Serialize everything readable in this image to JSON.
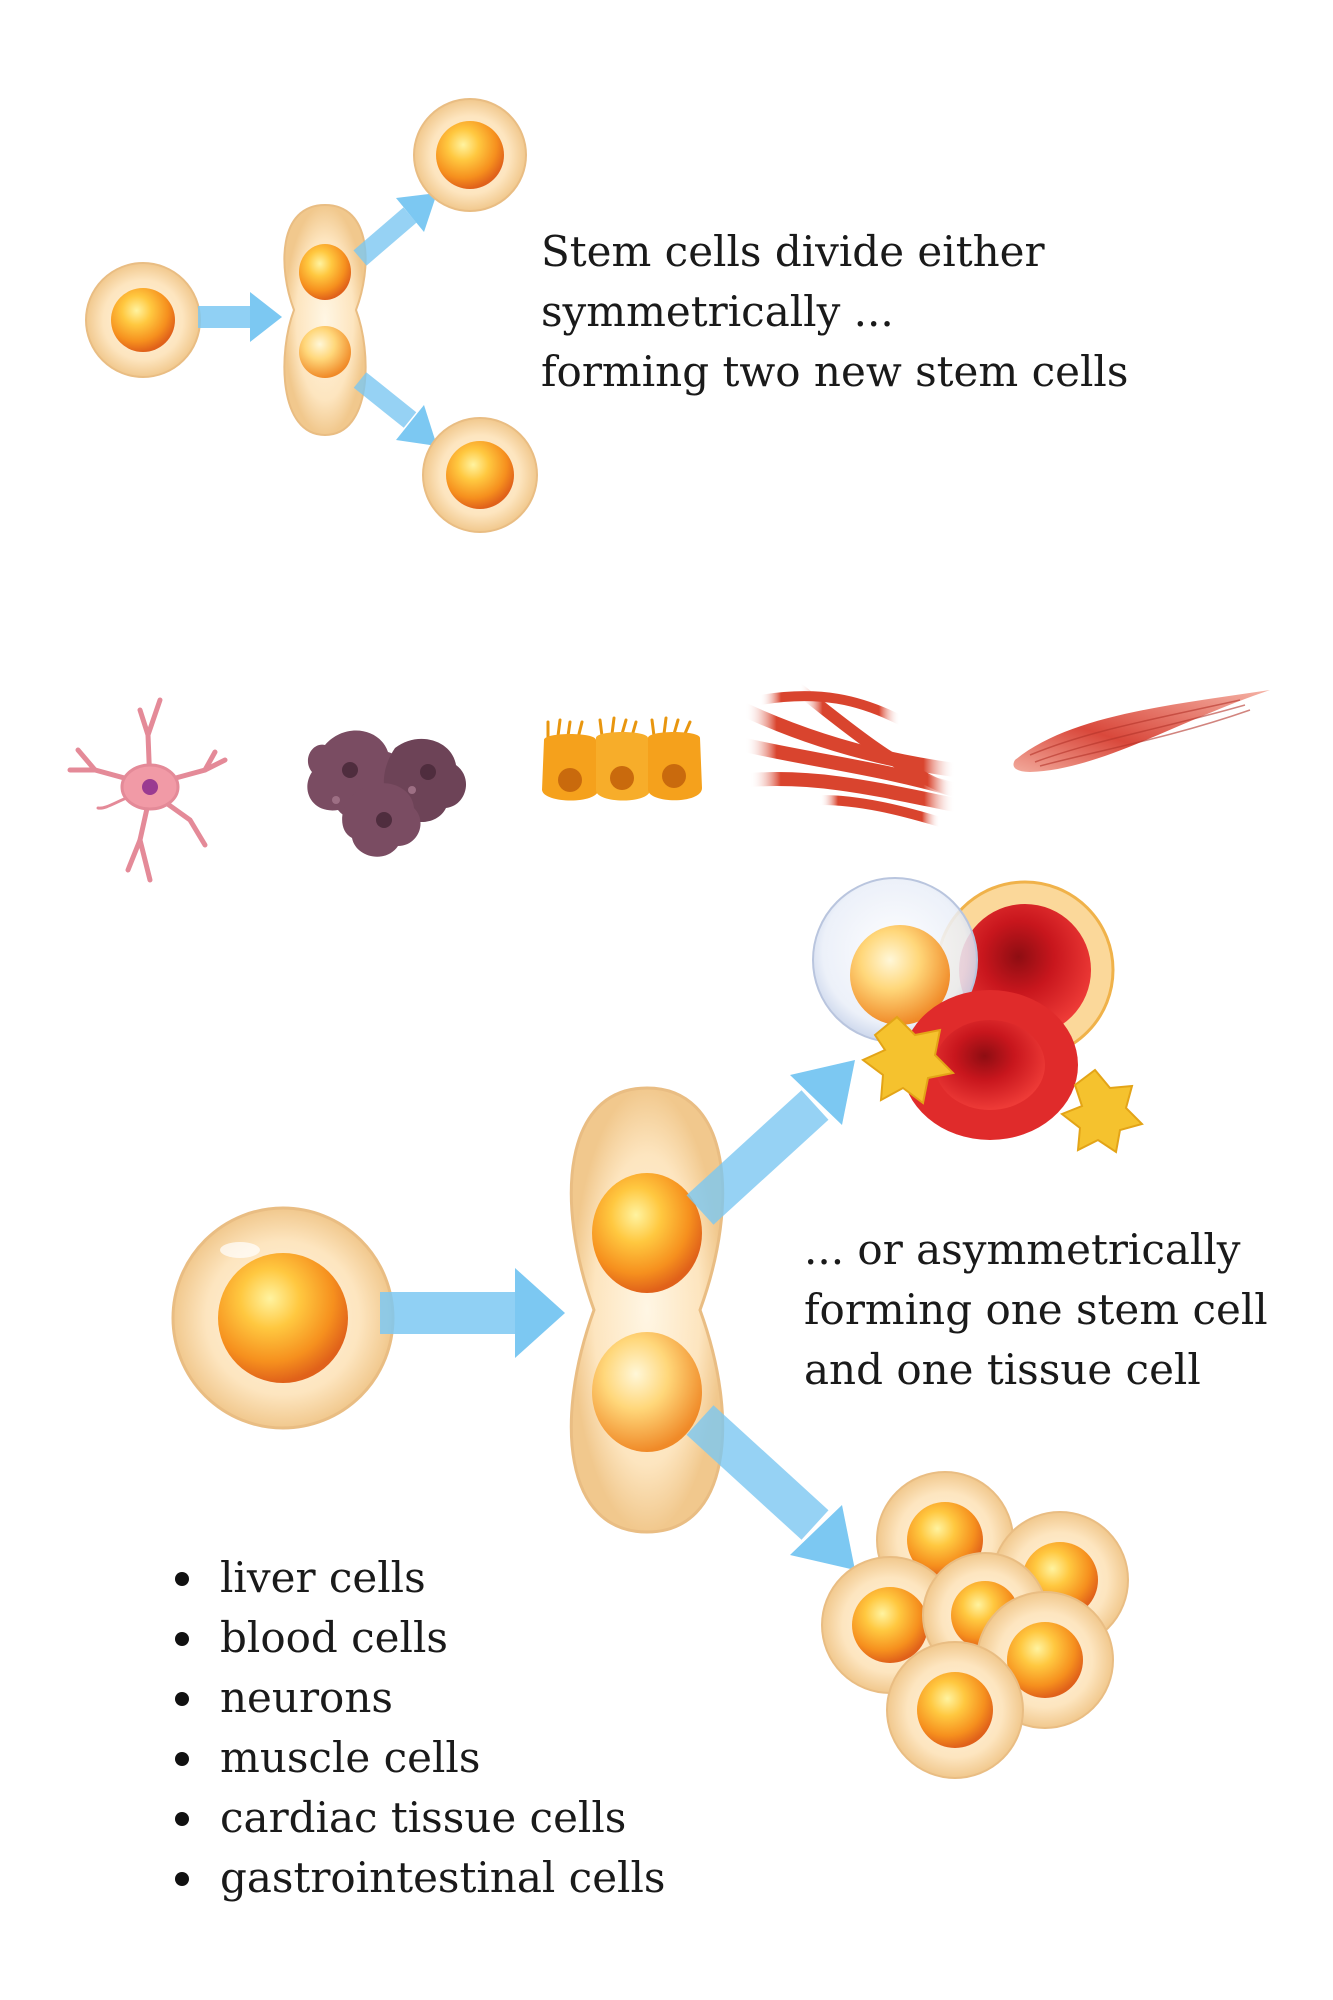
{
  "symmetric_caption": {
    "line1": "Stem cells divide either",
    "line2": "symmetrically ...",
    "line3": "forming two new stem cells"
  },
  "asymmetric_caption": {
    "line1": "... or asymmetrically",
    "line2": "forming one stem cell",
    "line3": "and one tissue cell"
  },
  "cell_types": [
    "liver cells",
    "blood cells",
    "neurons",
    "muscle cells",
    "cardiac tissue cells",
    "gastrointestinal cells"
  ],
  "colors": {
    "arrow": "#7cc8f2",
    "cell_membrane": "#f6d7a8",
    "nucleus_center": "#ffd34d",
    "nucleus_edge": "#f07a1a",
    "red_blood_cell": "#d9252b",
    "muscle": "#d9483b",
    "neuron": "#f19aa6",
    "liver": "#7a4c62",
    "gi_cell": "#f5a11c",
    "text": "#1a1a1a"
  }
}
